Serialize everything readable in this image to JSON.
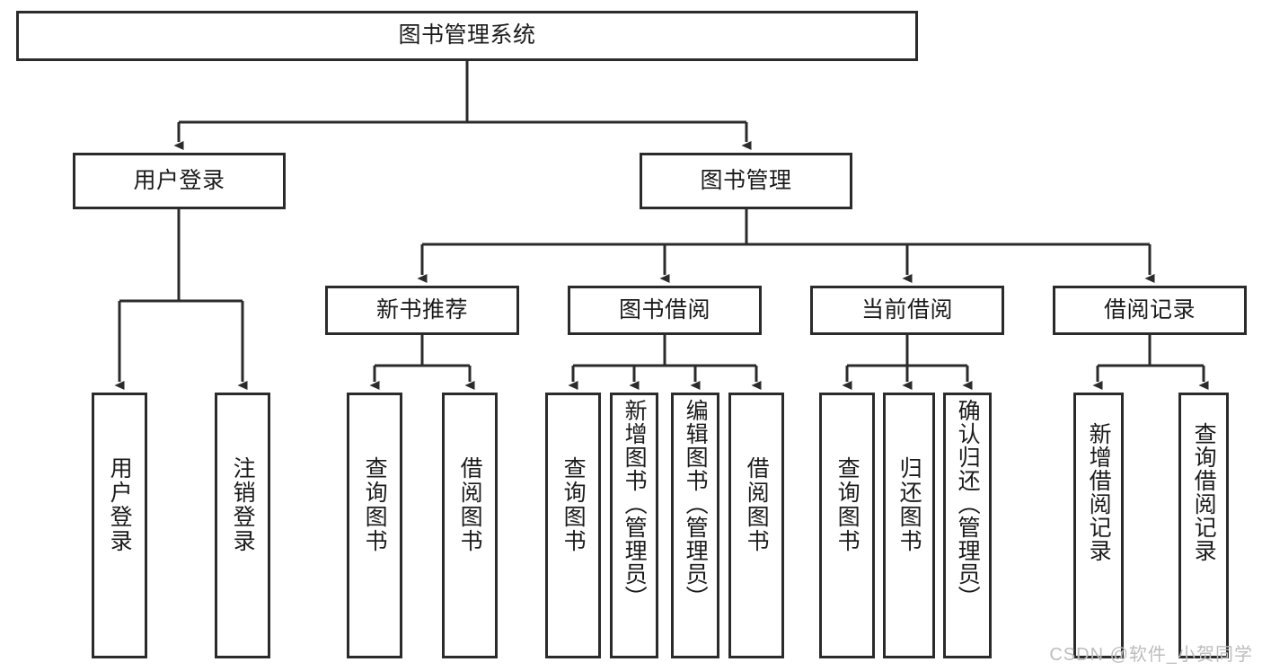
{
  "diagram": {
    "title": "图书管理系统",
    "type": "tree-hierarchy-diagram",
    "watermark": "CSDN @软件_小贺同学",
    "colors": {
      "box_stroke": "#2b2b2b",
      "box_fill": "#ffffff",
      "connector": "#2b2b2b",
      "text": "#1b1b1b",
      "watermark": "#bdbdbd",
      "background": "#ffffff"
    },
    "nodes": {
      "root": {
        "label": "图书管理系统"
      },
      "level2": [
        {
          "id": "user-login",
          "label": "用户登录"
        },
        {
          "id": "book-manage",
          "label": "图书管理"
        }
      ],
      "level3": [
        {
          "id": "new-book-recommend",
          "label": "新书推荐"
        },
        {
          "id": "book-borrow",
          "label": "图书借阅"
        },
        {
          "id": "current-borrow",
          "label": "当前借阅"
        },
        {
          "id": "borrow-record",
          "label": "借阅记录"
        }
      ],
      "leaves": [
        {
          "id": "leaf-user-login",
          "label": "用户登录",
          "parent": "user-login"
        },
        {
          "id": "leaf-user-logout",
          "label": "注销登录",
          "parent": "user-login"
        },
        {
          "id": "leaf-query-book-1",
          "label": "查询图书",
          "parent": "new-book-recommend"
        },
        {
          "id": "leaf-borrow-book-1",
          "label": "借阅图书",
          "parent": "new-book-recommend"
        },
        {
          "id": "leaf-query-book-2",
          "label": "查询图书",
          "parent": "book-borrow"
        },
        {
          "id": "leaf-add-book",
          "label": "新增图书（管理员）",
          "parent": "book-borrow"
        },
        {
          "id": "leaf-edit-book",
          "label": "编辑图书（管理员）",
          "parent": "book-borrow"
        },
        {
          "id": "leaf-borrow-book-2",
          "label": "借阅图书",
          "parent": "book-borrow"
        },
        {
          "id": "leaf-query-book-3",
          "label": "查询图书",
          "parent": "current-borrow"
        },
        {
          "id": "leaf-return-book",
          "label": "归还图书",
          "parent": "current-borrow"
        },
        {
          "id": "leaf-confirm-return",
          "label": "确认归还（管理员）",
          "parent": "current-borrow"
        },
        {
          "id": "leaf-add-record",
          "label": "新增借阅记录",
          "parent": "borrow-record"
        },
        {
          "id": "leaf-query-record",
          "label": "查询借阅记录",
          "parent": "borrow-record"
        }
      ]
    }
  }
}
